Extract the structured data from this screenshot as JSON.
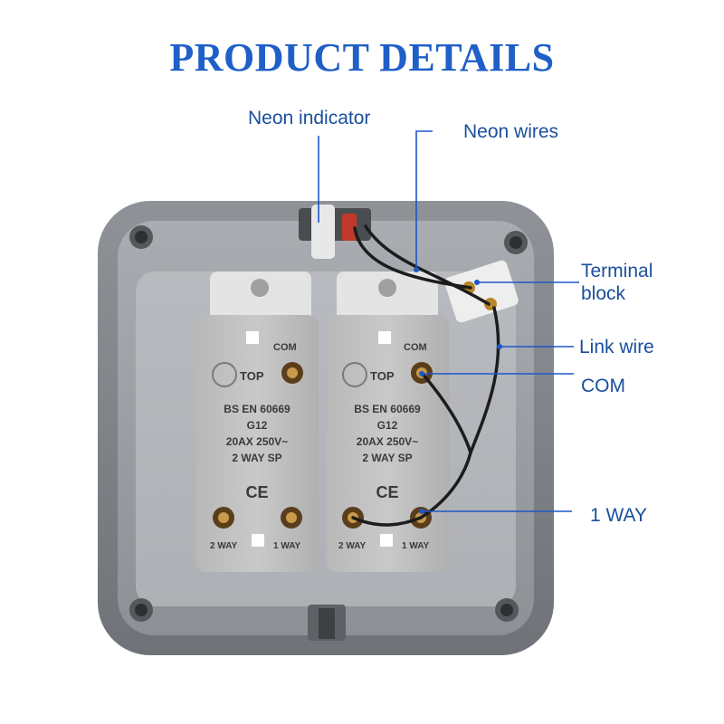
{
  "header": {
    "title": "PRODUCT DETAILS"
  },
  "callouts": {
    "neon_indicator": "Neon indicator",
    "neon_wires": "Neon wires",
    "terminal_block": "Terminal block",
    "link_wire": "Link wire",
    "com": "COM",
    "one_way": "1 WAY"
  },
  "switch_markings": {
    "com": "COM",
    "top": "TOP",
    "standard": "BS EN 60669",
    "size": "G12",
    "rating": "20AX 250V~",
    "type": "2 WAY SP",
    "ce": "CE",
    "two_way": "2 WAY",
    "one_way": "1 WAY"
  },
  "colors": {
    "title": "#1f5fc8",
    "label": "#1a4f9c",
    "callout_line": "#1e56c8"
  }
}
